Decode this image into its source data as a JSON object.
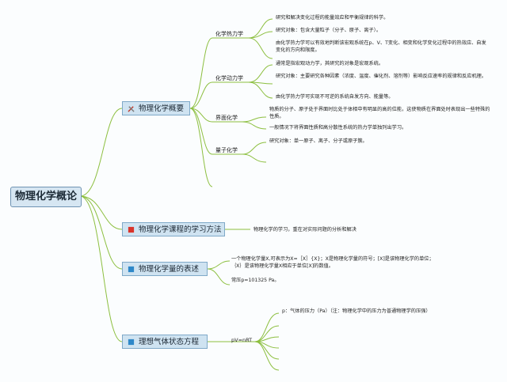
{
  "root": {
    "label": "物理化学概论"
  },
  "branches": [
    {
      "label": "物理化学概要",
      "icon": "tools-icon",
      "subtopics": [
        {
          "label": "化学热力学",
          "leaves": [
            "研究和解决变化过程的能量效应和平衡规律的科学。",
            "研究对象：包含大量粒子（分子、原子、离子）。",
            "由化学热力学可以有效地判断该宏观系统在p、V、T变化、相变和化学变化过程中的热效应、自发变化的方向和限度。"
          ]
        },
        {
          "label": "化学动力学",
          "leaves": [
            "通常是指宏观动力学，其研究的对象是宏观系统。",
            "研究对象：主要研究各种因素（浓度、温度、催化剂、溶剂等）影响反应速率的规律和反应机理。",
            "由化学热力学可实现不可逆的系统自发方向、能量等。"
          ]
        },
        {
          "label": "界面化学",
          "leaves": [
            "物质的分子、原子处于界面时比处于体相中有明显的高的位能，这使物质在界面处时表现出一些特殊的性质。",
            "一般情况下将界面性质和高分散性系统的热力学单独列出学习。"
          ]
        },
        {
          "label": "量子化学",
          "leaves": [
            "研究对象：单一原子、离子、分子或原子簇。"
          ]
        }
      ]
    },
    {
      "label": "物理化学课程的学习方法",
      "icon": "red-flag-icon",
      "note": "物理化学的学习，重在对实际问题的分析和解决"
    },
    {
      "label": "物理化学量的表述",
      "icon": "blue-flag-icon",
      "notes": [
        "一个物理化学量X,可表示为X=［X］{X}；X是物理化学量的符号；[X]是该物理化学的单位；｛X｝是该物理化学量X相应于单位[X]的数值。",
        "常压p=101325 Pa。"
      ]
    },
    {
      "label": "理想气体状态方程",
      "icon": "blue-flag-icon",
      "equation": "pV=nRT",
      "leaves": [
        "p：气体的压力（Pa）（注：物理化学中的压力为普通物理学的压强）"
      ]
    }
  ],
  "colors": {
    "line": "#8cbf3f",
    "box_fill": "#cfe3f1",
    "box_border": "#7fa9c8",
    "root_fill": "#d6e6f2",
    "flag_red": "#d9342b",
    "flag_blue": "#2e88c9"
  }
}
